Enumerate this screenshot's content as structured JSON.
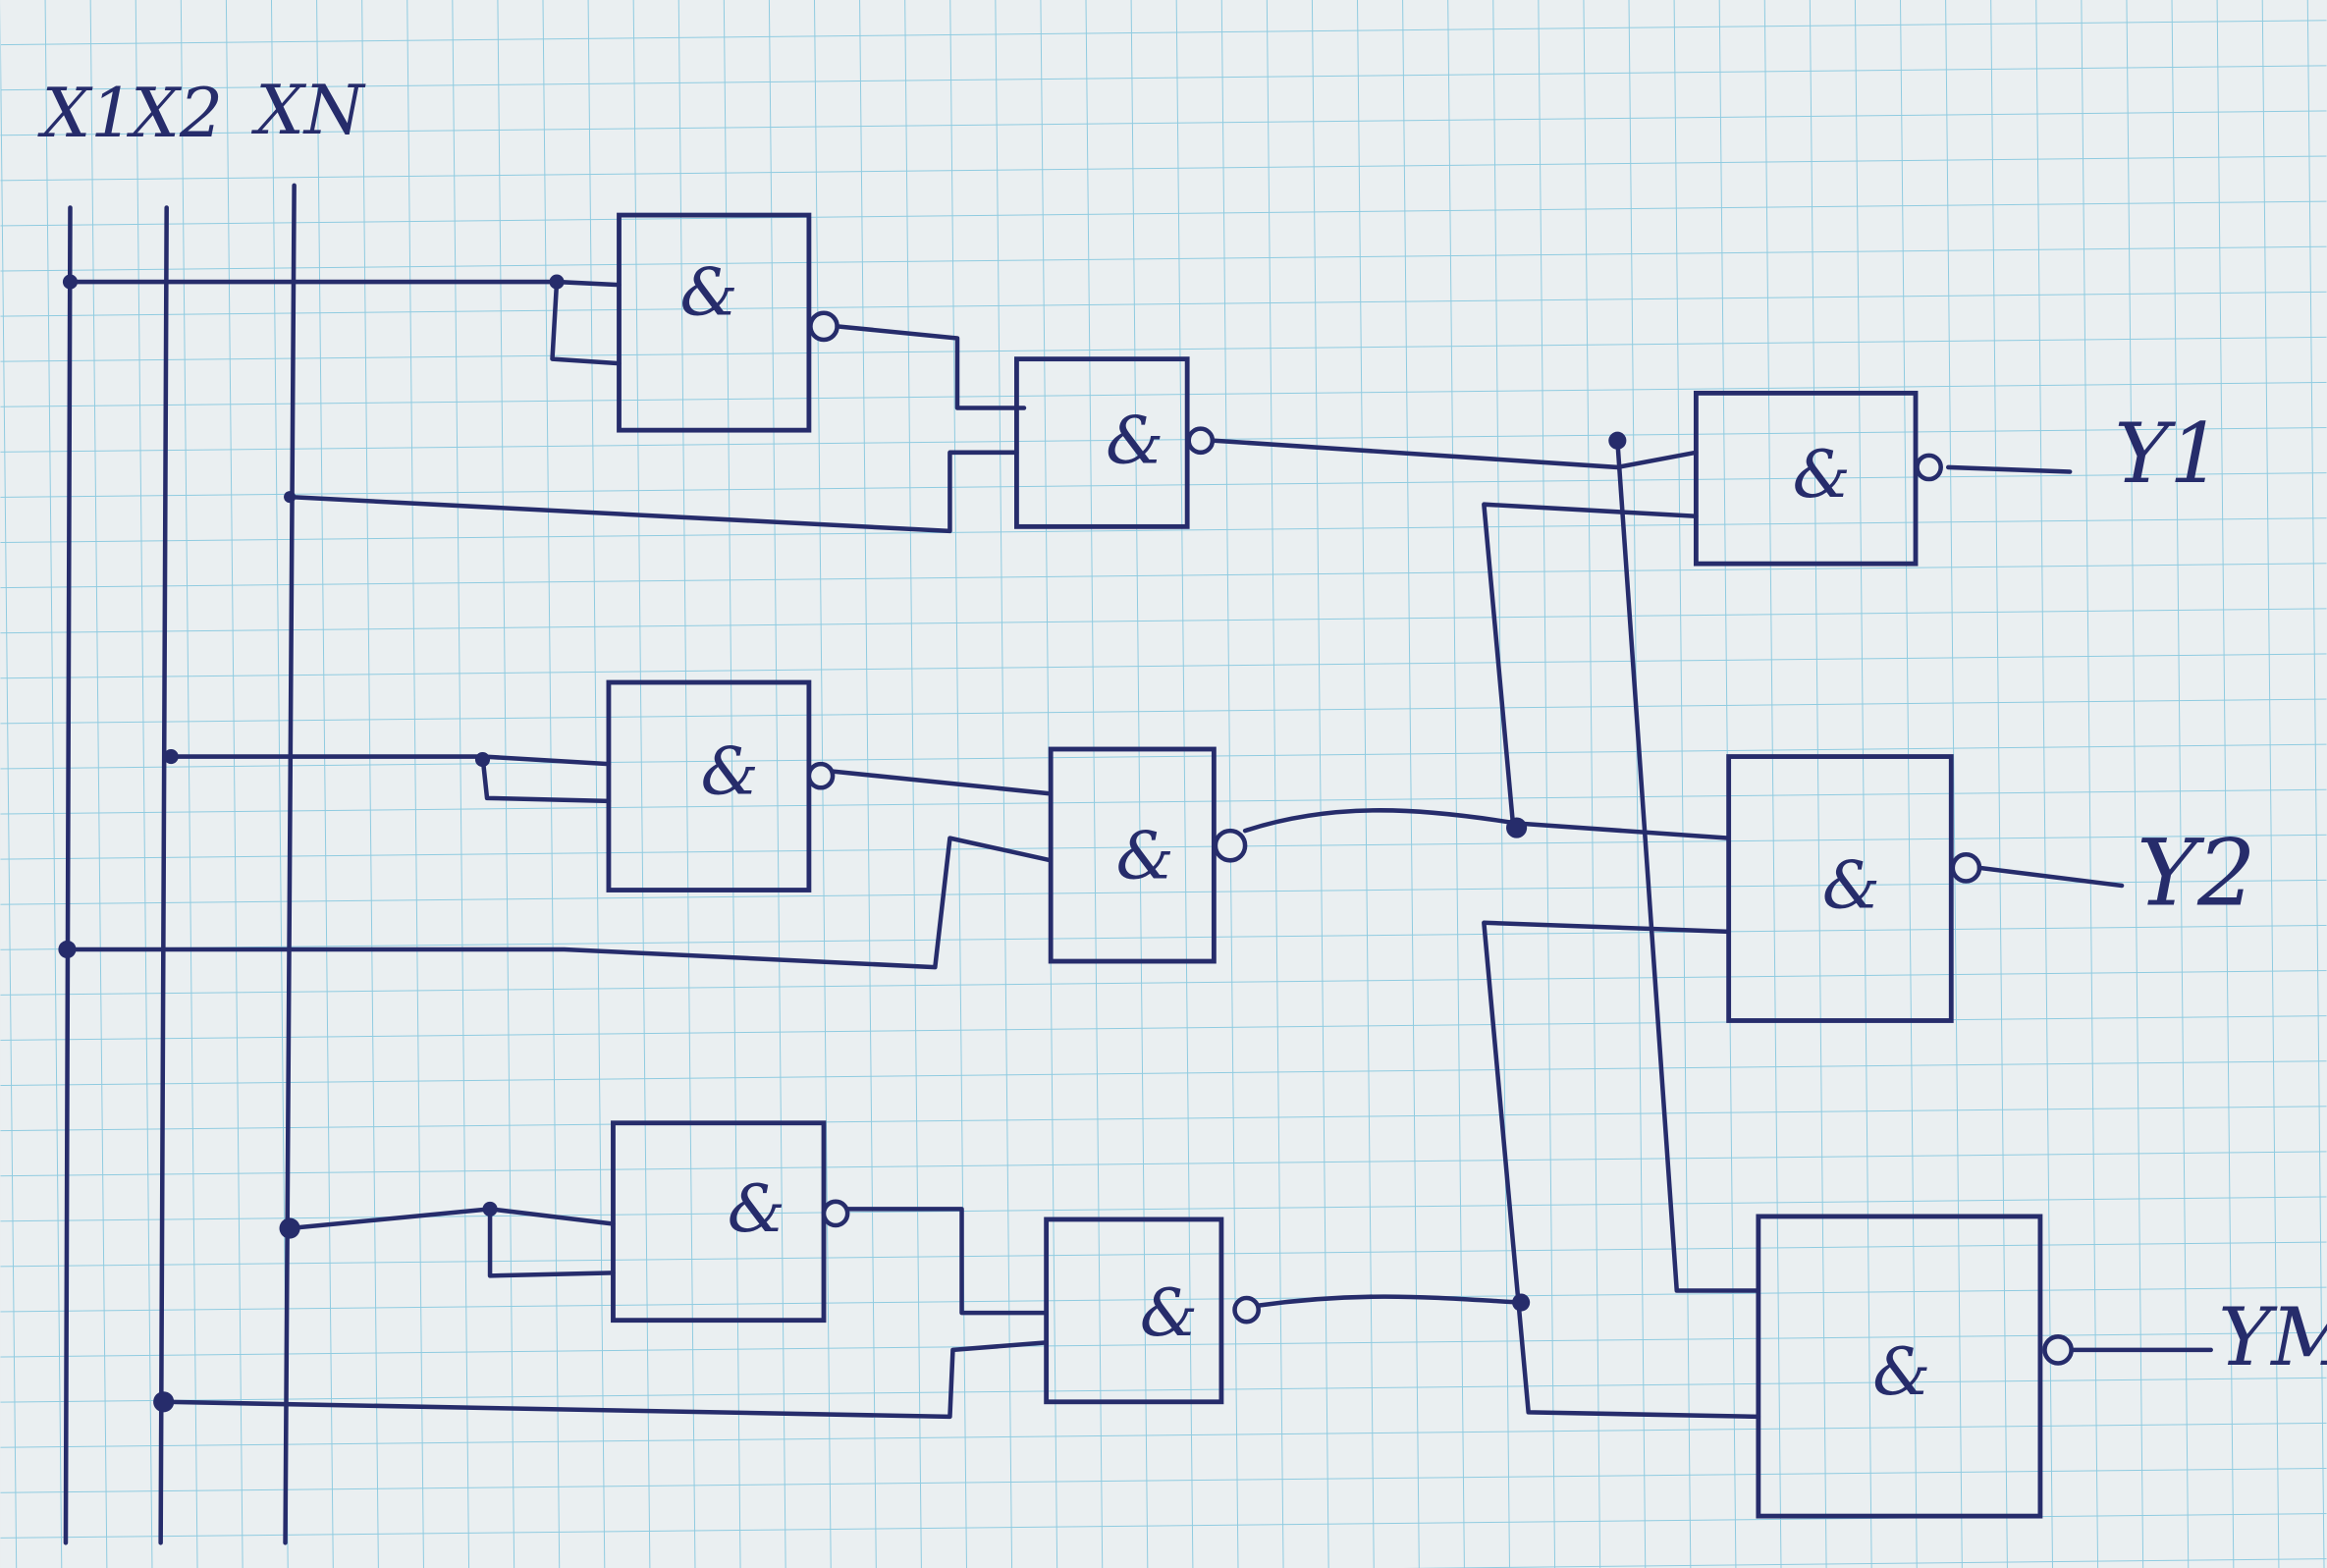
{
  "diagram": {
    "inputs": [
      "X1",
      "X2",
      "XN"
    ],
    "outputs": [
      "Y1",
      "Y2",
      "YM"
    ],
    "gate_symbol": "&",
    "colors": {
      "ink": "#262c6b",
      "grid": "#8fcbe0",
      "paper": "#e9eef0"
    }
  }
}
